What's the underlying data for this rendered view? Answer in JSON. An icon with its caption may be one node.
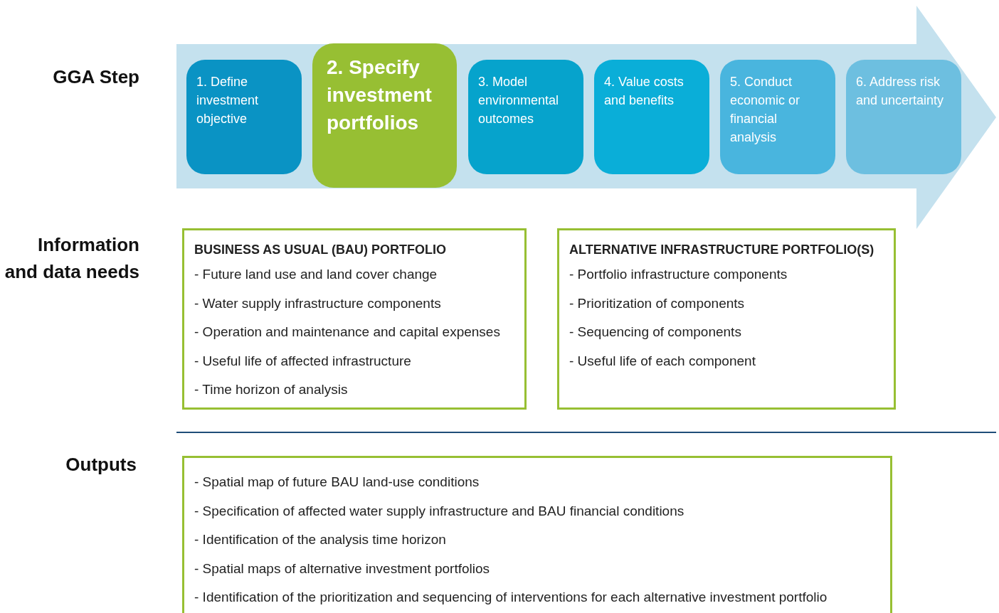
{
  "diagram": {
    "nodes": [
      {
        "text": [],
        "shape": "arrow"
      },
      {
        "text": [
          "1. Define investment objective"
        ],
        "in": 0
      },
      {
        "text": [
          "2. Specify investment portfolios"
        ],
        "in": 0
      },
      {
        "text": [
          "3. Model environmental outcomes"
        ],
        "in": 0
      },
      {
        "text": [
          "4. Value costs and benefits"
        ],
        "in": 0
      },
      {
        "text": [
          "5. Conduct economic or financial analysis"
        ],
        "in": 0
      },
      {
        "text": [
          "6. Address risk and uncertainty"
        ],
        "in": 0
      },
      {
        "text": [
          "BUSINESS AS USUAL (BAU) PORTFOLIO",
          "- Future land use and land cover change",
          "- Water supply infrastructure components",
          "- Operation and maintenance and capital expenses",
          "- Useful life of affected infrastructure",
          "- Time horizon of analysis"
        ]
      },
      {
        "text": [
          "ALTERNATIVE INFRASTRUCTURE PORTFOLIO(S)",
          "- Portfolio infrastructure components",
          "- Prioritization of components",
          "- Sequencing of components",
          "- Useful life of each component"
        ]
      },
      {
        "text": [
          "- Spatial map of future BAU land-use conditions",
          "- Specification of affected water supply infrastructure and BAU financial conditions",
          "- Identification of the analysis time horizon",
          "- Spatial maps of alternative investment portfolios",
          "- Identification of the prioritization and sequencing of interventions for each alternative investment portfolio"
        ]
      }
    ],
    "labels": [
      "GGA Step",
      "Information and data needs",
      "Outputs"
    ]
  }
}
